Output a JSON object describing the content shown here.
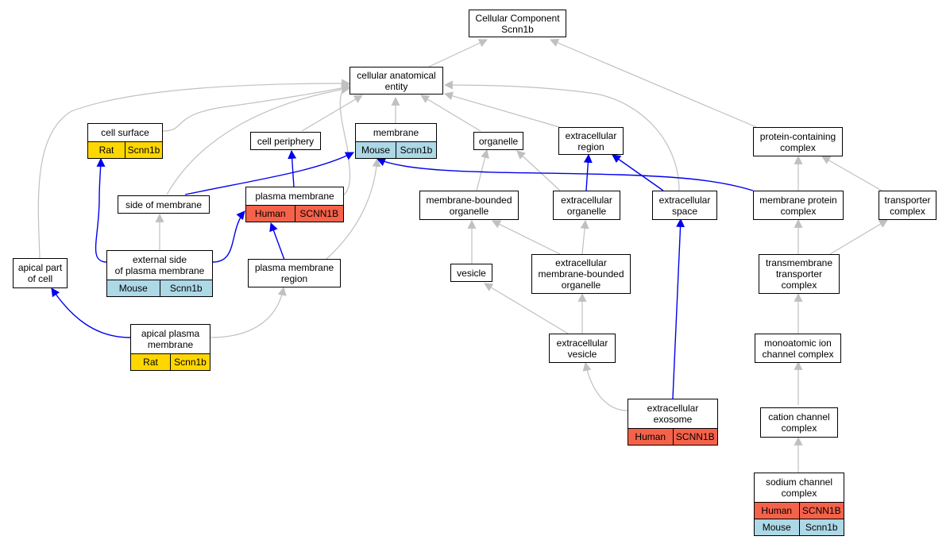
{
  "diagram": {
    "colors": {
      "gray_edge": "#c0c0c0",
      "blue_edge": "#0000ee",
      "rat": "#ffd700",
      "mouse": "#add8e6",
      "human": "#f5624a"
    },
    "nodes": [
      {
        "id": "cc",
        "label": "Cellular Component\nScnn1b",
        "badges": []
      },
      {
        "id": "cae",
        "label": "cellular anatomical\nentity",
        "badges": []
      },
      {
        "id": "cs",
        "label": "cell surface",
        "badges": [
          [
            "Rat",
            "Scnn1b"
          ]
        ]
      },
      {
        "id": "cp",
        "label": "cell periphery",
        "badges": []
      },
      {
        "id": "mem",
        "label": "membrane",
        "badges": [
          [
            "Mouse",
            "Scnn1b"
          ]
        ]
      },
      {
        "id": "org",
        "label": "organelle",
        "badges": []
      },
      {
        "id": "er",
        "label": "extracellular\nregion",
        "badges": []
      },
      {
        "id": "pcc",
        "label": "protein-containing\ncomplex",
        "badges": []
      },
      {
        "id": "som",
        "label": "side of membrane",
        "badges": []
      },
      {
        "id": "pm",
        "label": "plasma membrane",
        "badges": [
          [
            "Human",
            "SCNN1B"
          ]
        ]
      },
      {
        "id": "mbo",
        "label": "membrane-bounded\norganelle",
        "badges": []
      },
      {
        "id": "eo",
        "label": "extracellular\norganelle",
        "badges": []
      },
      {
        "id": "es",
        "label": "extracellular\nspace",
        "badges": []
      },
      {
        "id": "mpc",
        "label": "membrane protein\ncomplex",
        "badges": []
      },
      {
        "id": "tc",
        "label": "transporter\ncomplex",
        "badges": []
      },
      {
        "id": "esp",
        "label": "external side\nof plasma membrane",
        "badges": [
          [
            "Mouse",
            "Scnn1b"
          ]
        ]
      },
      {
        "id": "apc",
        "label": "apical part\nof cell",
        "badges": []
      },
      {
        "id": "pmr",
        "label": "plasma membrane\nregion",
        "badges": []
      },
      {
        "id": "ves",
        "label": "vesicle",
        "badges": []
      },
      {
        "id": "embo",
        "label": "extracellular\nmembrane-bounded\norganelle",
        "badges": []
      },
      {
        "id": "ttc",
        "label": "transmembrane\ntransporter\ncomplex",
        "badges": []
      },
      {
        "id": "apm",
        "label": "apical plasma\nmembrane",
        "badges": [
          [
            "Rat",
            "Scnn1b"
          ]
        ]
      },
      {
        "id": "ev",
        "label": "extracellular\nvesicle",
        "badges": []
      },
      {
        "id": "mic",
        "label": "monoatomic ion\nchannel complex",
        "badges": []
      },
      {
        "id": "exo",
        "label": "extracellular\nexosome",
        "badges": [
          [
            "Human",
            "SCNN1B"
          ]
        ]
      },
      {
        "id": "ccc",
        "label": "cation channel\ncomplex",
        "badges": []
      },
      {
        "id": "scc",
        "label": "sodium channel\ncomplex",
        "badges": [
          [
            "Human",
            "SCNN1B"
          ],
          [
            "Mouse",
            "Scnn1b"
          ]
        ]
      }
    ]
  }
}
